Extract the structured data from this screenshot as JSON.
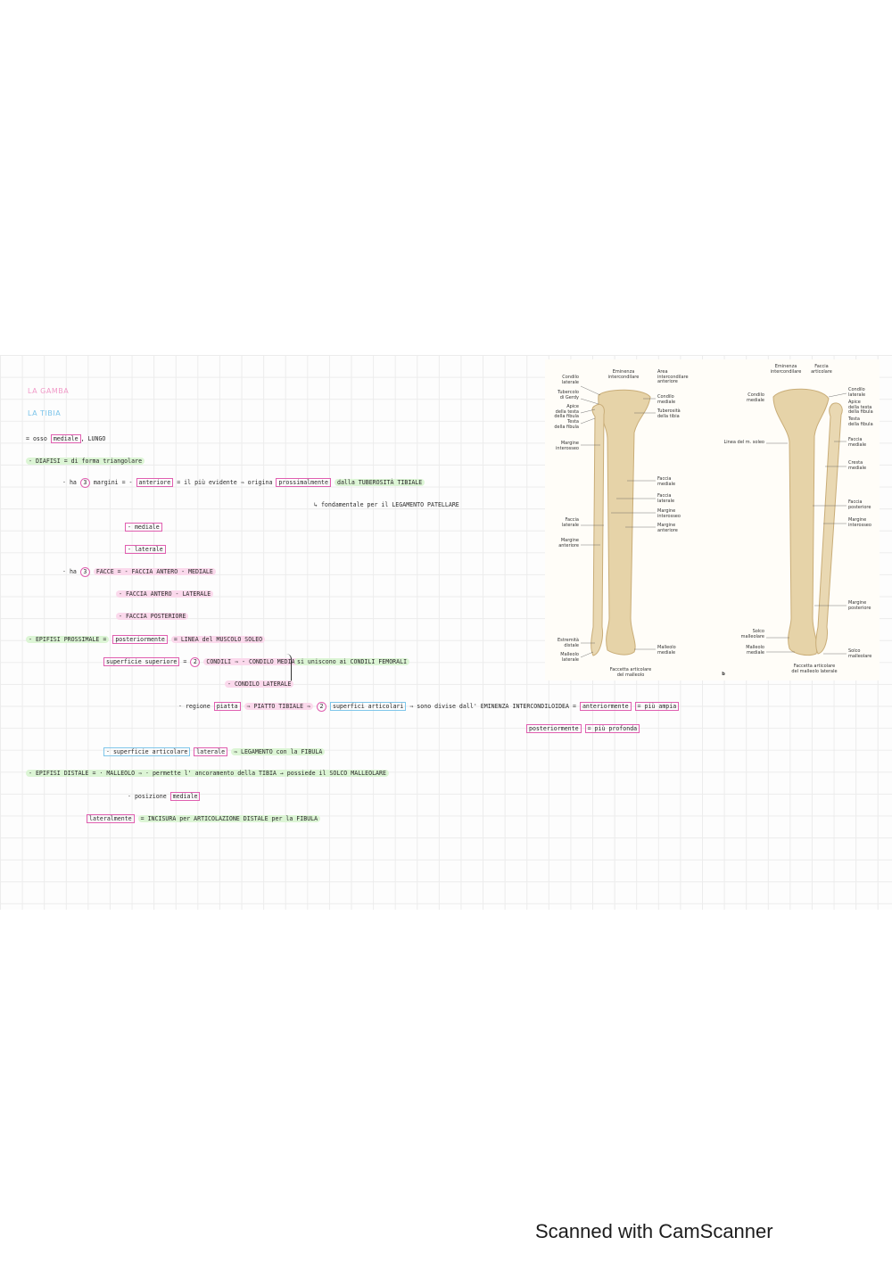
{
  "headings": {
    "gamba": "LA GAMBA",
    "tibia": "LA TIBIA"
  },
  "notes": {
    "l1": {
      "a": "= osso",
      "b": "mediale",
      "c": ", LUNGO"
    },
    "l2": {
      "a": "- DIAFISI = di forma triangolare"
    },
    "l3": {
      "a": "· ha",
      "n": "3",
      "b": "margini = -",
      "c": "anteriore",
      "d": "= il più evidente ⇒ origina",
      "e": "prossimalmente",
      "f": "dalla TUBEROSITÀ TIBIALE"
    },
    "l4": {
      "a": "↳ fondamentale per il LEGAMENTO PATELLARE"
    },
    "l5": {
      "a": "- mediale"
    },
    "l6": {
      "a": "- laterale"
    },
    "l7": {
      "a": "· ha",
      "n": "3",
      "b": "FACCE = - FACCIA ANTERO - MEDIALE"
    },
    "l8": {
      "a": "- FACCIA ANTERO - LATERALE"
    },
    "l9": {
      "a": "- FACCIA POSTERIORE"
    },
    "l10": {
      "a": "- EPIFISI PROSSIMALE =",
      "b": "posteriormente",
      "c": "= LINEA del MUSCOLO SOLEO"
    },
    "l11": {
      "a": "superficie superiore",
      "b": "=",
      "n": "2",
      "c": "CONDILI ⇒ - CONDILO MEDIALE",
      "d": "si uniscono ai CONDILI FEMORALI"
    },
    "l12": {
      "a": "- CONDILO LATERALE"
    },
    "l13": {
      "a": "· regione",
      "b": "piatta",
      "c": "⇒ PIATTO TIBIALE ⇒",
      "n": "2",
      "d": "superfici articolari",
      "e": "⇒ sono divise dall' EMINENZA INTERCONDILOIDEA =",
      "f": "anteriormente",
      "g": "= più ampia"
    },
    "l14": {
      "a": "posteriormente",
      "b": "= più profonda"
    },
    "l15": {
      "a": "· superficie articolare",
      "b": "laterale",
      "c": "⇒ LEGAMENTO con la FIBULA"
    },
    "l16": {
      "a": "- EPIFISI DISTALE = · MALLEOLO ⇒ · permette l' ancoramento della TIBIA → possiede il SOLCO MALLEOLARE"
    },
    "l17": {
      "a": "· posizione",
      "b": "mediale"
    },
    "l18": {
      "a": "lateralmente",
      "b": "= INCISURA per ARTICOLAZIONE DISTALE per la FIBULA"
    }
  },
  "figure": {
    "panel_b_letter": "b",
    "left_labels": [
      "Condilo\nlaterale",
      "Tubercolo\ndi Gerdy",
      "Apice\ndella testa\ndella fibula",
      "Testa\ndella fibula",
      "Margine\ninterosseo",
      "Faccia\nlaterale",
      "Margine\nanteriore",
      "Estremità\ndistale",
      "Malleolo\nlaterale"
    ],
    "top_labels": [
      "Eminenza\nintercondilare",
      "Area\nintercondilare\nanteriore"
    ],
    "right_labels": [
      "Condilo\nmediale",
      "Tuberosità\ndella tibia",
      "Faccia\nmediale",
      "Faccia\nlaterale",
      "Margine\ninterosseo",
      "Margine\nanteriore",
      "Malleolo\nmediale"
    ],
    "bottom_label_a": "Faccetta articolare\ndel malleolo",
    "b_top_labels": [
      "Eminenza\nintercondilare",
      "Faccia\narticolare"
    ],
    "b_left_labels": [
      "Condilo\nmediale",
      "Linea del m. soleo",
      "Solco\nmalleolare",
      "Malleolo\nmediale"
    ],
    "b_right_labels": [
      "Condilo\nlaterale",
      "Apice\ndella testa\ndella fibula",
      "Testa\ndella fibula",
      "Faccia\nmediale",
      "Cresta\nmediale",
      "Faccia\nposteriore",
      "Margine\ninterosseo",
      "Margine\nposteriore",
      "Solco\nmalleolare"
    ],
    "bottom_label_b": "Faccetta articolare\ndel malleolo laterale",
    "colors": {
      "bone": "#e6d3a8",
      "bone_shadow": "#c9ad78"
    }
  },
  "footer": {
    "scan_text": "Scanned with CamScanner"
  }
}
